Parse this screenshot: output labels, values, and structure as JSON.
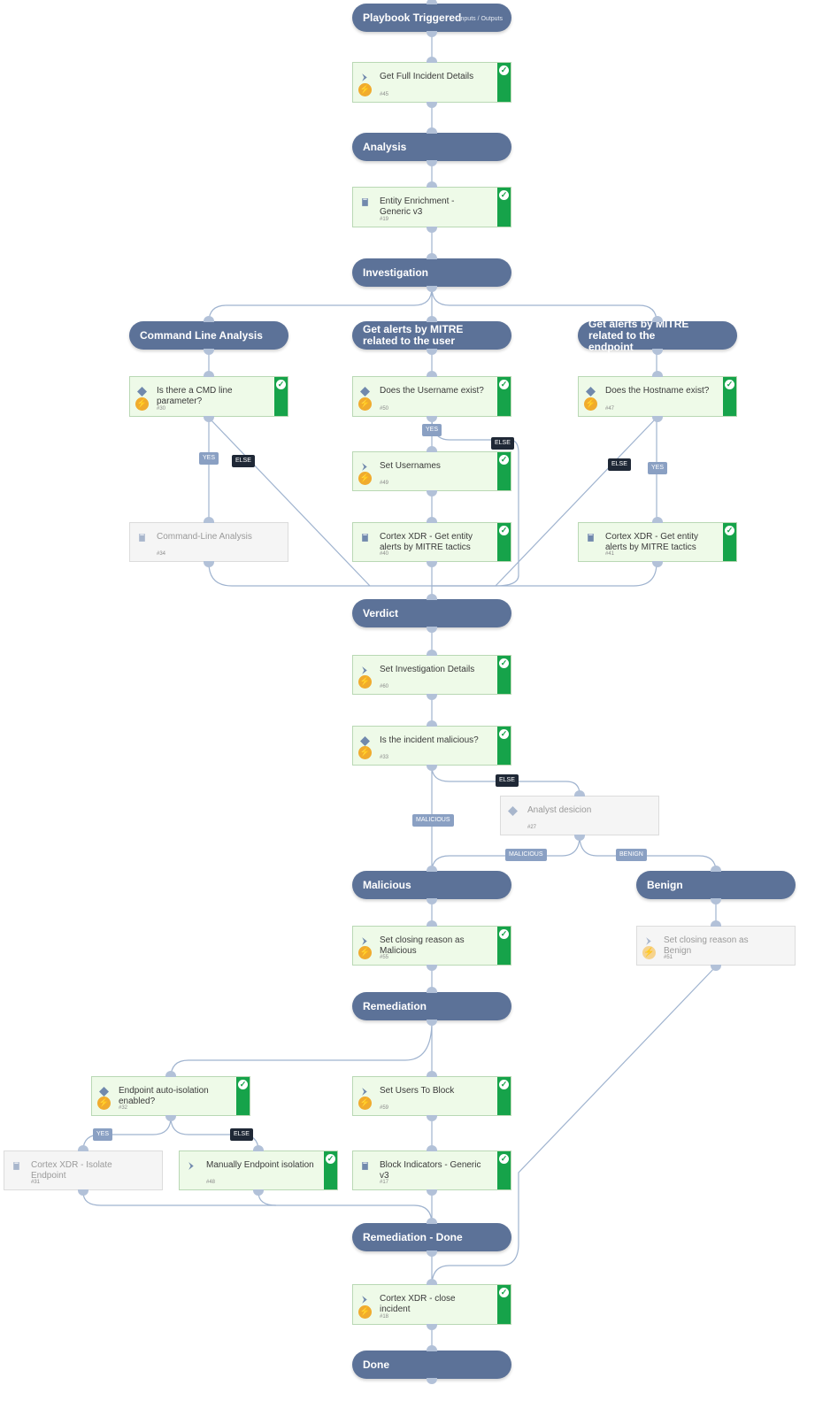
{
  "colors": {
    "section": "#5c7298",
    "task_fill": "#eefae8",
    "task_border": "#b9d8b4",
    "status_green": "#16a34a",
    "bolt": "#f0ab2e",
    "wire": "#9fb3cf",
    "else_badge": "#1f2836",
    "cond_badge": "#8aa0c3"
  },
  "nodes": {
    "playbook_triggered": {
      "label": "Playbook Triggered",
      "extra": "Inputs / Outputs"
    },
    "get_full_incident": {
      "label": "Get Full Incident Details",
      "num": "#45",
      "icon": "chevron-right-icon"
    },
    "analysis": {
      "label": "Analysis"
    },
    "entity_enrichment": {
      "label": "Entity Enrichment - Generic v3",
      "num": "#19",
      "icon": "book-icon"
    },
    "investigation": {
      "label": "Investigation"
    },
    "command_line_analysis_section": {
      "label": "Command Line Analysis"
    },
    "mitre_user_section": {
      "label": "Get alerts by MITRE related to the user"
    },
    "mitre_endpoint_section": {
      "label": "Get alerts by MITRE related to the endpoint"
    },
    "cmd_param": {
      "label": "Is there a CMD line parameter?",
      "num": "#30",
      "icon": "diamond-icon"
    },
    "username_exist": {
      "label": "Does the Username exist?",
      "num": "#50",
      "icon": "diamond-icon"
    },
    "hostname_exist": {
      "label": "Does the Hostname exist?",
      "num": "#47",
      "icon": "diamond-icon"
    },
    "set_usernames": {
      "label": "Set Usernames",
      "num": "#49",
      "icon": "chevron-right-icon"
    },
    "command_line_analysis_task": {
      "label": "Command-Line Analysis",
      "num": "#34",
      "icon": "book-icon"
    },
    "cortex_user_alerts": {
      "label": "Cortex XDR - Get entity alerts by MITRE tactics",
      "num": "#40",
      "icon": "book-icon"
    },
    "cortex_endpoint_alerts": {
      "label": "Cortex XDR - Get entity alerts by MITRE tactics",
      "num": "#41",
      "icon": "book-icon"
    },
    "verdict": {
      "label": "Verdict"
    },
    "set_investigation_details": {
      "label": "Set Investigation Details",
      "num": "#60",
      "icon": "chevron-right-icon"
    },
    "is_malicious": {
      "label": "Is the incident malicious?",
      "num": "#33",
      "icon": "diamond-icon"
    },
    "analyst_decision": {
      "label": "Analyst desicion",
      "num": "#27",
      "icon": "diamond-icon"
    },
    "malicious": {
      "label": "Malicious"
    },
    "benign": {
      "label": "Benign"
    },
    "set_closing_malicious": {
      "label": "Set closing reason as Malicious",
      "num": "#55",
      "icon": "chevron-right-icon"
    },
    "set_closing_benign": {
      "label": "Set closing reason as Benign",
      "num": "#51",
      "icon": "chevron-right-icon"
    },
    "remediation": {
      "label": "Remediation"
    },
    "endpoint_auto_isolation": {
      "label": "Endpoint auto-isolation enabled?",
      "num": "#32",
      "icon": "diamond-icon"
    },
    "set_users_to_block": {
      "label": "Set Users To Block",
      "num": "#59",
      "icon": "chevron-right-icon"
    },
    "cortex_isolate": {
      "label": "Cortex XDR - Isolate Endpoint",
      "num": "#31",
      "icon": "book-icon"
    },
    "manual_isolation": {
      "label": "Manually Endpoint isolation",
      "num": "#48",
      "icon": "chevron-right-icon"
    },
    "block_indicators": {
      "label": "Block Indicators - Generic v3",
      "num": "#17",
      "icon": "book-icon"
    },
    "remediation_done": {
      "label": "Remediation - Done"
    },
    "cortex_close": {
      "label": "Cortex XDR - close incident",
      "num": "#18",
      "icon": "chevron-right-icon"
    },
    "done": {
      "label": "Done"
    }
  },
  "badges": {
    "yes": "YES",
    "else": "ELSE",
    "malicious": "MALICIOUS",
    "benign": "BENIGN"
  }
}
